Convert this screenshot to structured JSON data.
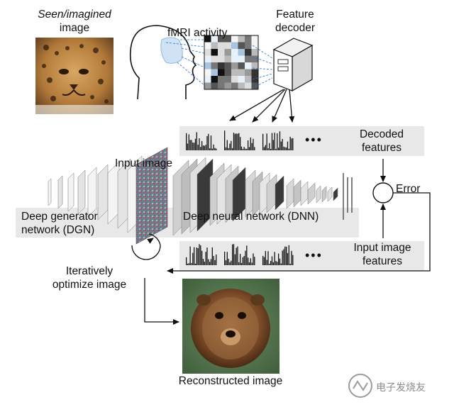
{
  "labels": {
    "seen_imagined_line1": "Seen/imagined",
    "seen_imagined_line2": "image",
    "fmri_activity": "fMRI activity",
    "feature_decoder_line1": "Feature",
    "feature_decoder_line2": "decoder",
    "decoded_features_line1": "Decoded",
    "decoded_features_line2": "features",
    "input_image": "Input image",
    "error": "Error",
    "dgn_line1": "Deep generator",
    "dgn_line2": "network (DGN)",
    "dnn": "Deep neural network (DNN)",
    "input_image_features_line1": "Input image",
    "input_image_features_line2": "features",
    "iteratively_line1": "Iteratively",
    "iteratively_line2": "optimize image",
    "reconstructed_image": "Reconstructed image",
    "ellipsis_top": "•••",
    "ellipsis_bottom": "•••"
  },
  "watermark": {
    "text": "电子发烧友",
    "logo_icon": "circuit-logo-icon"
  },
  "icons": {
    "head": "human-head-silhouette-icon",
    "server": "server-tower-icon",
    "leopard": "leopard-photo",
    "reconstruction": "bear-like-reconstruction-photo"
  },
  "colors": {
    "band": "#e8e8e8",
    "line": "#111111",
    "brain_fill": "#cfe3f5",
    "projection": "#2a6fd6"
  }
}
